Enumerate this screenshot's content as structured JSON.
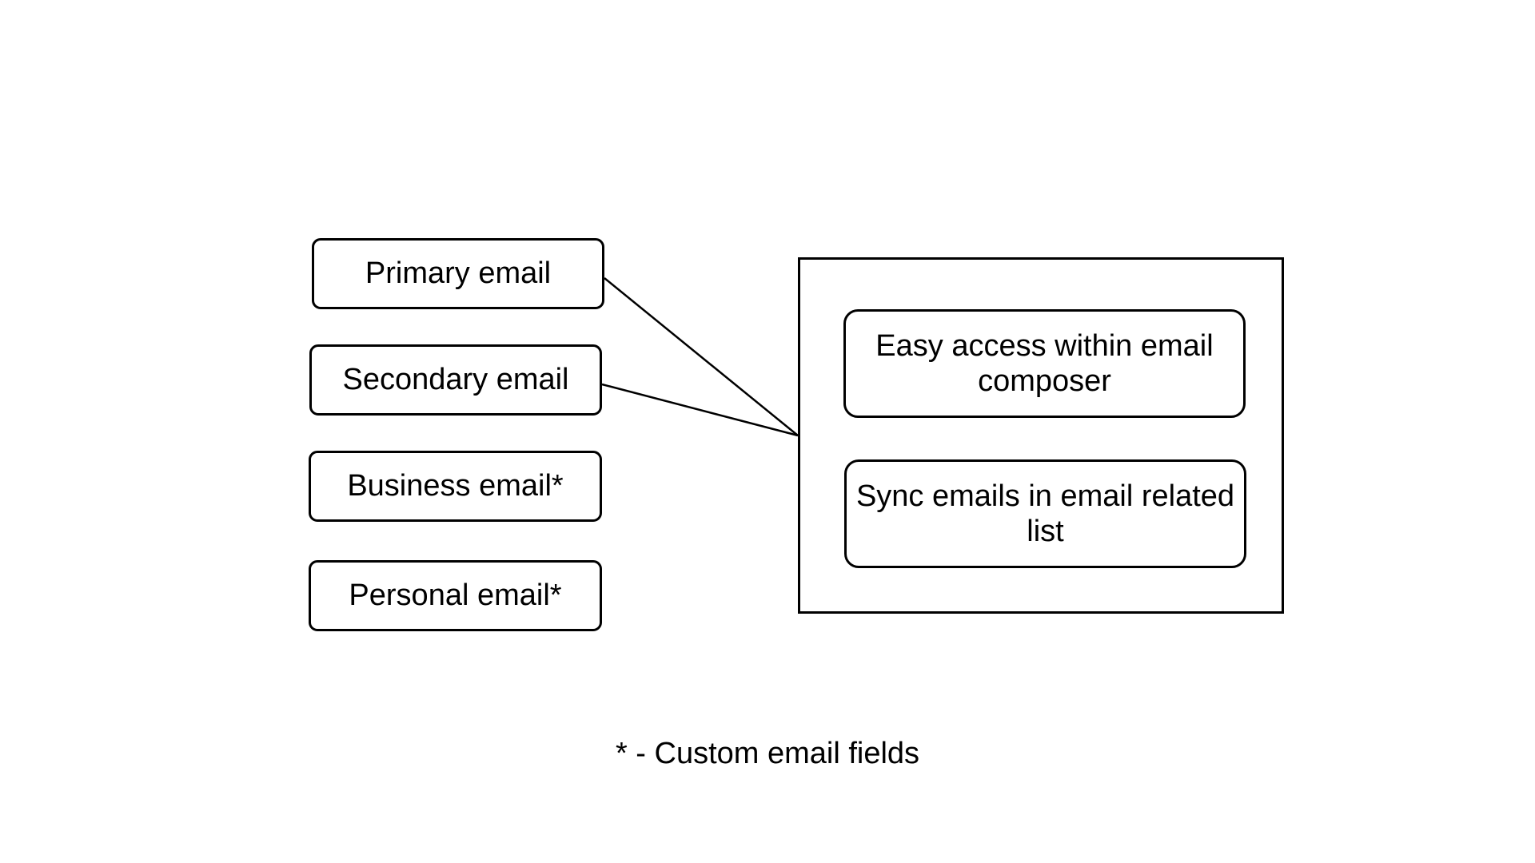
{
  "email_fields": {
    "primary": "Primary email",
    "secondary": "Secondary email",
    "business": "Business email*",
    "personal": "Personal email*"
  },
  "features": {
    "easy_access": "Easy access within email composer",
    "sync": "Sync emails in email related list"
  },
  "footnote": "* - Custom email fields",
  "colors": {
    "stroke": "#000000",
    "background": "#ffffff"
  }
}
